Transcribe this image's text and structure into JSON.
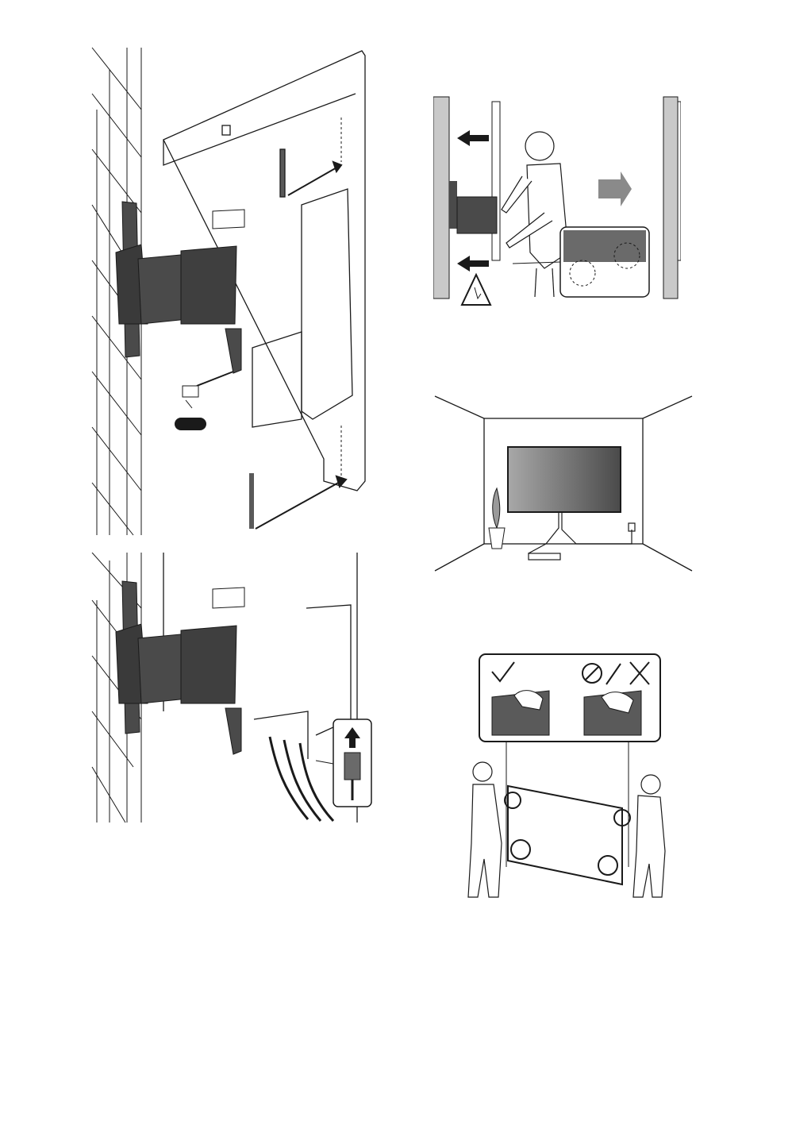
{
  "page": {
    "background": "#ffffff"
  },
  "colors": {
    "bracket": "#4a4a4a",
    "bracket_dark": "#3a3a3a",
    "line": "#1a1a1a",
    "panel_dark": "#5a5a5a",
    "tv_screen_left": "#a8a8a8",
    "tv_screen_right": "#4a4a4a",
    "accent_arrow_gray": "#8a8a8a"
  },
  "figures": [
    {
      "name": "tv-screw-mount-illustration",
      "icons": [
        "wall-icon",
        "bracket-icon",
        "screw-icon",
        "arrow-icon"
      ]
    },
    {
      "name": "tv-cable-connect-illustration",
      "icons": [
        "wall-icon",
        "bracket-icon",
        "hdmi-cable-icon",
        "up-arrow-icon"
      ]
    },
    {
      "name": "tv-push-to-wall-illustration",
      "icons": [
        "person-icon",
        "left-arrow-icon",
        "right-arrow-icon",
        "pinch-warning-icon"
      ]
    },
    {
      "name": "tv-room-placement-illustration",
      "icons": [
        "tv-icon",
        "plant-icon",
        "cable-icon"
      ]
    },
    {
      "name": "tv-carry-illustration",
      "icons": [
        "check-icon",
        "prohibited-icon",
        "slash-icon",
        "cross-icon",
        "person-icon"
      ]
    }
  ]
}
